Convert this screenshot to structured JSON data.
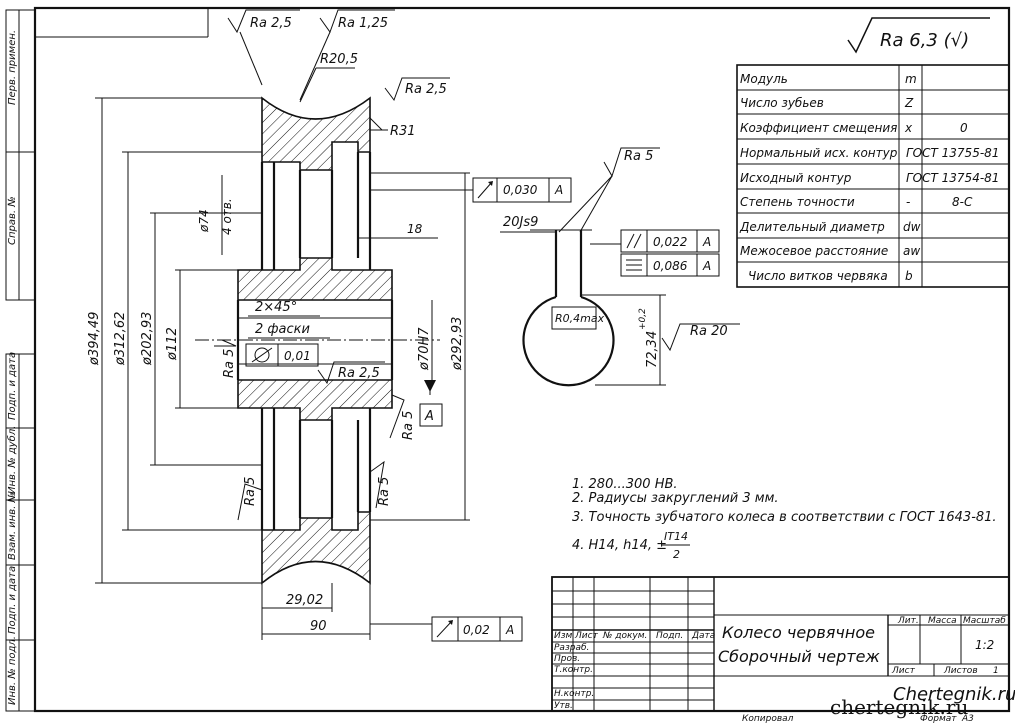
{
  "surface_main": "Ra 6,3 (√)",
  "roughness": {
    "top_left": "Ra 2,5",
    "top_mid": "Ra 1,25",
    "top_right": "Ra 2,5",
    "bore": "Ra 2,5",
    "hub_left": "Ra 5",
    "web_right": "Ra 5",
    "web_left_lower": "Ra 5",
    "web_right_lower": "Ra 5",
    "keyway": "Ra 5",
    "key_side": "Ra 20"
  },
  "dims": {
    "r_rim": "R20,5",
    "r_side": "R31",
    "d394": "ø394,49",
    "d312": "ø312,62",
    "d202": "ø202,93",
    "d112": "ø112",
    "d74": "ø74",
    "holes": "4 отв.",
    "d70": "ø70H7",
    "d292": "ø292,93",
    "w18": "18",
    "chamfer": "2×45°",
    "two_chamfers": "2 фаски",
    "w29": "29,02",
    "w90": "90",
    "key_width": "20Js9",
    "key_r": "R0,4max",
    "key_depth": "72,34",
    "key_tol": "+0,2"
  },
  "tolerances": {
    "runout_top": {
      "value": "0,030",
      "datum": "A"
    },
    "parallel": {
      "value": "0,022",
      "datum": "A"
    },
    "symmetry": {
      "value": "0,086",
      "datum": "A"
    },
    "cyl": {
      "value": "0,01"
    },
    "runout_bottom": {
      "value": "0,02",
      "datum": "A"
    },
    "datum_label": "A"
  },
  "param_table": [
    {
      "name": "Модуль",
      "sym": "m",
      "val": ""
    },
    {
      "name": "Число зубьев",
      "sym": "Z",
      "val": ""
    },
    {
      "name": "Коэффициент смещения",
      "sym": "x",
      "val": "0"
    },
    {
      "name": "Нормальный исх. контур",
      "sym": "",
      "val": "ГОСТ 13755-81"
    },
    {
      "name": "Исходный контур",
      "sym": "",
      "val": "ГОСТ 13754-81"
    },
    {
      "name": "Степень точности",
      "sym": "-",
      "val": "8-С"
    },
    {
      "name": "Делительный диаметр",
      "sym": "dw",
      "val": ""
    },
    {
      "name": "Межосевое расстояние",
      "sym": "aw",
      "val": ""
    },
    {
      "name": "Число витков червяка",
      "sym": "b",
      "val": ""
    }
  ],
  "notes": [
    "1. 280...300 НВ.",
    "2. Радиусы закруглений 3 мм.",
    "3. Точность зубчатого колеса в соответствии с ГОСТ 1643-81.",
    "4. H14, h14, ±"
  ],
  "note4_fraction": {
    "num": "IT14",
    "den": "2"
  },
  "side_stamps": [
    "Перв. примен.",
    "Справ. №",
    "Подп. и дата",
    "Инв. № дубл.",
    "Взам. инв. №",
    "Подп. и дата",
    "Инв. № подл."
  ],
  "title_block": {
    "name_line1": "Колесо червячное",
    "name_line2": "Сборочный чертеж",
    "col_headers": [
      "Изм",
      "Лист",
      "№ докум.",
      "Подп.",
      "Дата"
    ],
    "roles": [
      "Разраб.",
      "Пров.",
      "Т.контр.",
      "Н.контр.",
      "Утв."
    ],
    "lit": "Лит.",
    "mass": "Масса",
    "scale": "Масштаб",
    "scale_val": "1:2",
    "sheet": "Лист",
    "sheets": "Листов",
    "sheets_val": "1",
    "copied": "Копировал",
    "format": "Формат",
    "format_val": "А3",
    "site": "Chertegnik.ru"
  },
  "watermark": "chertegnik.ru"
}
